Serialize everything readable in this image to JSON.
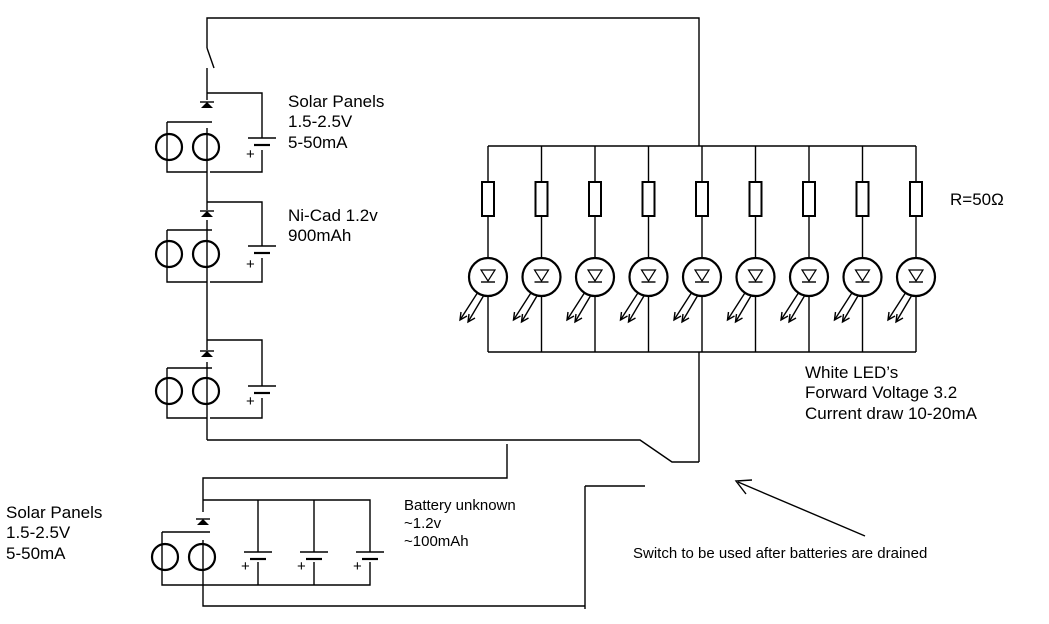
{
  "labels": {
    "solar_top_1": "Solar Panels",
    "solar_top_2": "1.5-2.5V",
    "solar_top_3": "5-50mA",
    "nicad_1": "Ni-Cad 1.2v",
    "nicad_2": "900mAh",
    "resistor": "R=50Ω",
    "led_1": "White LED’s",
    "led_2": "Forward Voltage 3.2",
    "led_3": "Current draw 10-20mA",
    "solar_bot_1": "Solar Panels",
    "solar_bot_2": "1.5-2.5V",
    "solar_bot_3": "5-50mA",
    "batt_1": "Battery unknown",
    "batt_2": "~1.2v",
    "batt_3": "~100mAh",
    "switch_note": "Switch to be used after batteries are drained",
    "plus": "+"
  },
  "led_count": 9,
  "colors": {
    "ink": "#000000",
    "background": "#ffffff"
  }
}
